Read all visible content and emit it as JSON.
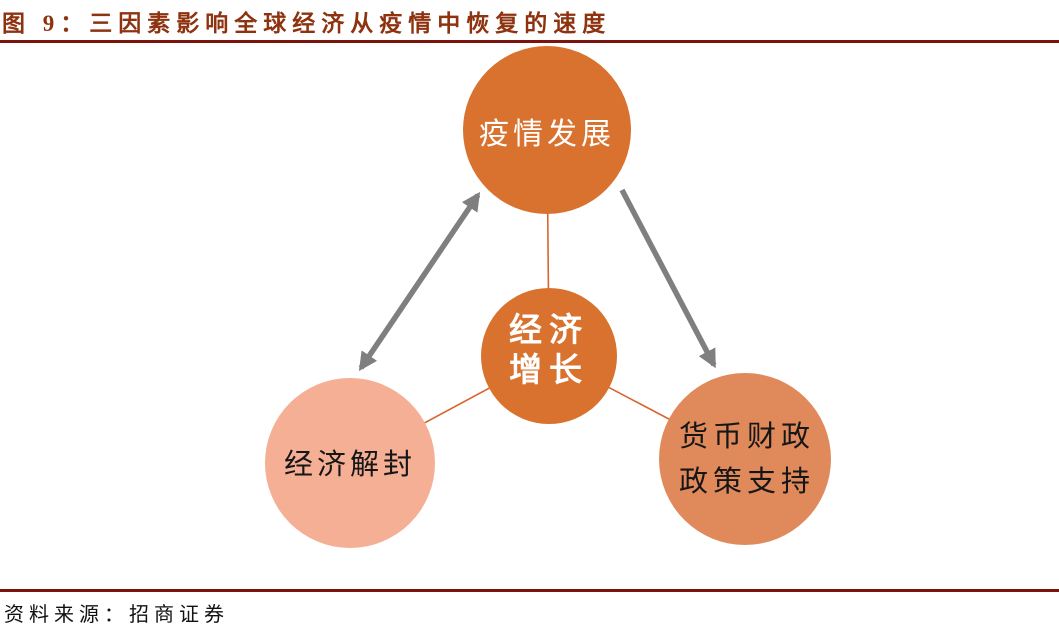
{
  "figure": {
    "title": "图 9：三因素影响全球经济从疫情中恢复的速度",
    "source": "资料来源：招商证券"
  },
  "diagram": {
    "nodes": {
      "pandemic": {
        "lines": [
          "疫情发展"
        ],
        "fill": "#D9722E",
        "text_color": "#FFFFFF"
      },
      "growth": {
        "lines": [
          "经济",
          "增长"
        ],
        "fill": "#D9722E",
        "text_color": "#FFFFFF"
      },
      "reopening": {
        "lines": [
          "经济解封"
        ],
        "fill": "#F4AF94",
        "text_color": "#161616"
      },
      "policy": {
        "lines": [
          "货币财政",
          "政策支持"
        ],
        "fill": "#E08A5C",
        "text_color": "#161616"
      }
    },
    "connectors": {
      "spoke_color": "#D9652F",
      "arrow_color": "#7F7F7F",
      "spokes": [
        {
          "from": "growth",
          "to": "pandemic"
        },
        {
          "from": "growth",
          "to": "reopening"
        },
        {
          "from": "growth",
          "to": "policy"
        }
      ],
      "arrows": [
        {
          "from": "pandemic",
          "to": "reopening",
          "double_headed": true
        },
        {
          "from": "pandemic",
          "to": "policy",
          "double_headed": false
        }
      ]
    }
  },
  "colors": {
    "title_text": "#8E3310",
    "rule": "#7B150B",
    "background": "#FFFFFF"
  }
}
